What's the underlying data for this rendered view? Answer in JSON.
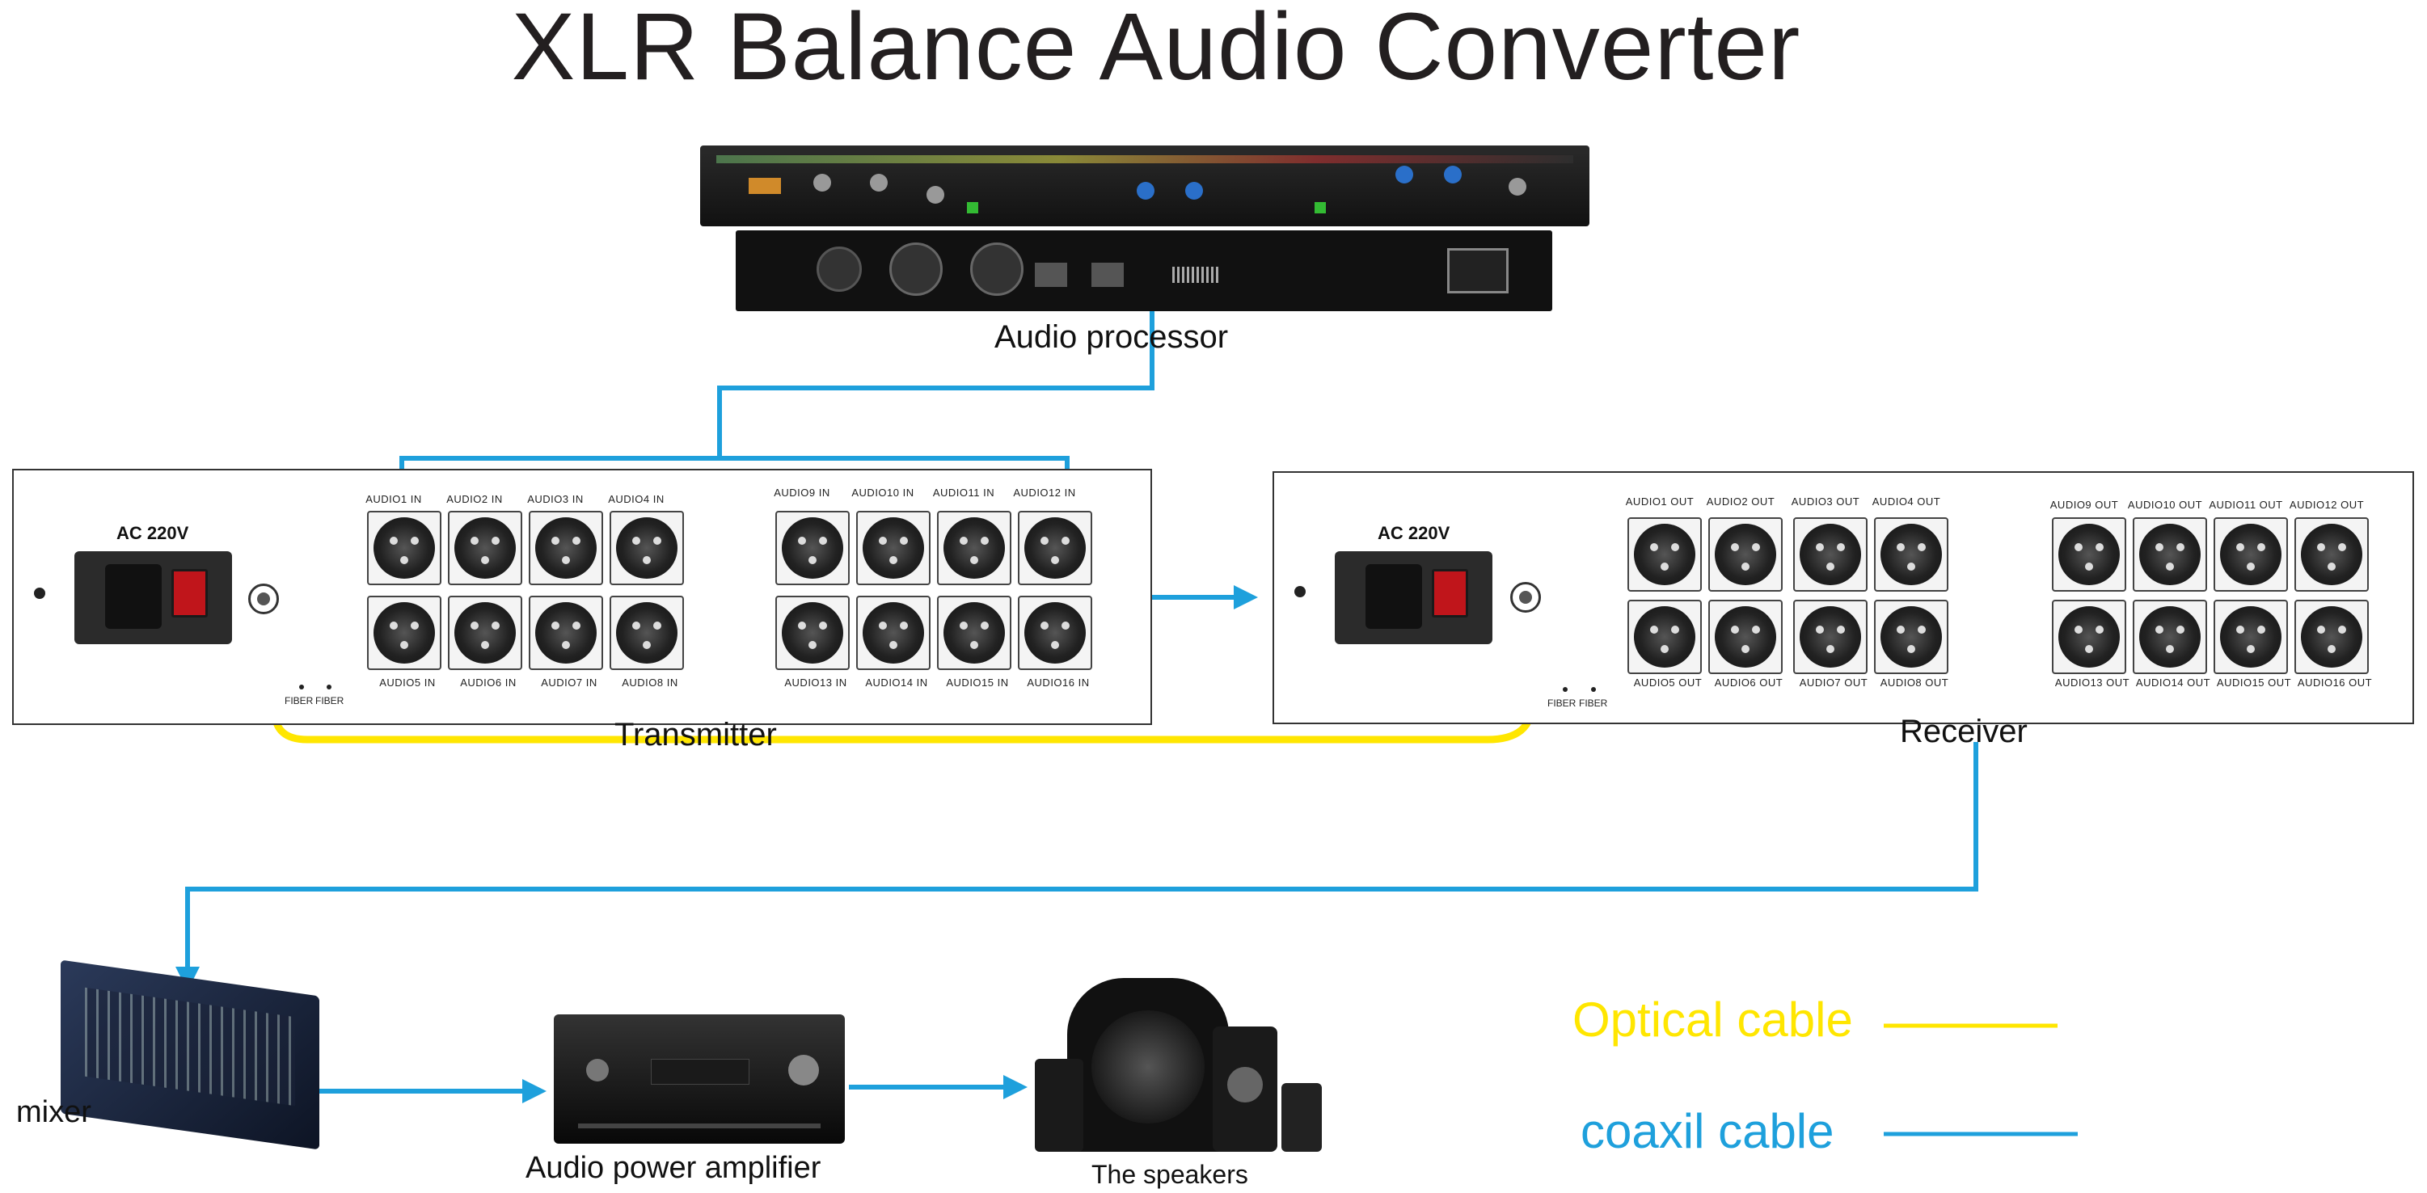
{
  "title": "XLR Balance Audio Converter",
  "labels": {
    "audio_processor": "Audio processor",
    "transmitter": "Transmitter",
    "receiver": "Receiver",
    "mixer": "mixer",
    "amplifier": "Audio power amplifier",
    "speakers": "The speakers"
  },
  "transmitter": {
    "ac": "AC 220V",
    "top_ports": [
      "AUDIO1 IN",
      "AUDIO2 IN",
      "AUDIO3 IN",
      "AUDIO4 IN",
      "AUDIO9 IN",
      "AUDIO10 IN",
      "AUDIO11 IN",
      "AUDIO12 IN"
    ],
    "bottom_ports": [
      "AUDIO5 IN",
      "AUDIO6 IN",
      "AUDIO7 IN",
      "AUDIO8 IN",
      "AUDIO13 IN",
      "AUDIO14 IN",
      "AUDIO15 IN",
      "AUDIO16 IN"
    ],
    "fiber": [
      "FIBER",
      "FIBER"
    ]
  },
  "receiver": {
    "ac": "AC 220V",
    "top_ports": [
      "AUDIO1 OUT",
      "AUDIO2 OUT",
      "AUDIO3 OUT",
      "AUDIO4 OUT",
      "AUDIO9 OUT",
      "AUDIO10 OUT",
      "AUDIO11 OUT",
      "AUDIO12 OUT"
    ],
    "bottom_ports": [
      "AUDIO5 OUT",
      "AUDIO6 OUT",
      "AUDIO7 OUT",
      "AUDIO8 OUT",
      "AUDIO13 OUT",
      "AUDIO14 OUT",
      "AUDIO15 OUT",
      "AUDIO16 OUT"
    ],
    "fiber": [
      "FIBER",
      "FIBER"
    ]
  },
  "legend": {
    "optical": "Optical cable",
    "coax": "coaxil cable",
    "optical_color": "#ffe600",
    "coax_color": "#1ea0dc"
  }
}
